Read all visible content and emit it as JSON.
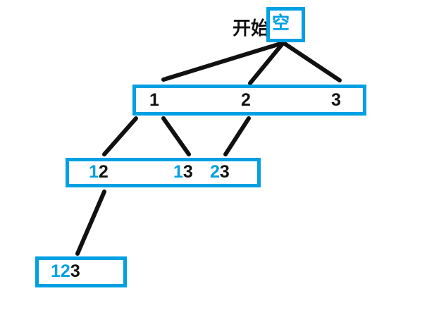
{
  "diagram": {
    "title": "subset-enumeration-tree",
    "colors": {
      "accent": "#00a0e3",
      "text": "#111111",
      "background": "#ffffff"
    },
    "root": {
      "label": "开始",
      "cell": "空"
    },
    "levels": [
      {
        "name": "level-2",
        "cells": [
          {
            "prefix": "",
            "suffix": "1"
          },
          {
            "prefix": "",
            "suffix": "2"
          },
          {
            "prefix": "",
            "suffix": "3"
          }
        ]
      },
      {
        "name": "level-3",
        "cells": [
          {
            "prefix": "1",
            "suffix": "2"
          },
          {
            "prefix": "1",
            "suffix": "3"
          },
          {
            "prefix": "2",
            "suffix": "3"
          }
        ]
      },
      {
        "name": "level-4",
        "cells": [
          {
            "prefix": "12",
            "suffix": "3"
          }
        ]
      }
    ],
    "edges": [
      {
        "from": "空",
        "to": "1"
      },
      {
        "from": "空",
        "to": "2"
      },
      {
        "from": "空",
        "to": "3"
      },
      {
        "from": "1",
        "to": "12"
      },
      {
        "from": "1",
        "to": "13"
      },
      {
        "from": "2",
        "to": "23"
      },
      {
        "from": "12",
        "to": "123"
      }
    ]
  }
}
